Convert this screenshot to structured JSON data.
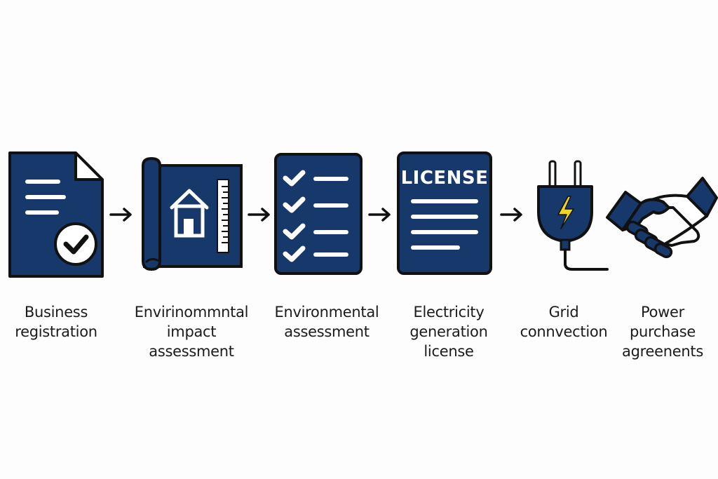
{
  "palette": {
    "navy": "#17386a",
    "outline": "#111111",
    "white": "#ffffff",
    "bolt": "#f2d41e",
    "background": "#fdfdfd"
  },
  "steps": [
    {
      "icon": "document-check-icon",
      "label": "Business\nregistration"
    },
    {
      "icon": "blueprint-house-icon",
      "label": "Envirinommntal\nimpact\nassessment"
    },
    {
      "icon": "checklist-icon",
      "label": "Environmental\nassessment"
    },
    {
      "icon": "license-document-icon",
      "label": "Electricity\ngeneration\nlicense",
      "icon_text": "LICENSE"
    },
    {
      "icon": "plug-bolt-icon",
      "label": "Grid\nconnvection"
    },
    {
      "icon": "handshake-icon",
      "label": "Power\npurchase\nagreenents"
    }
  ],
  "arrows": [
    {
      "icon": "arrow-right-icon"
    },
    {
      "icon": "arrow-right-icon"
    },
    {
      "icon": "arrow-right-icon"
    },
    {
      "icon": "arrow-right-icon"
    }
  ]
}
